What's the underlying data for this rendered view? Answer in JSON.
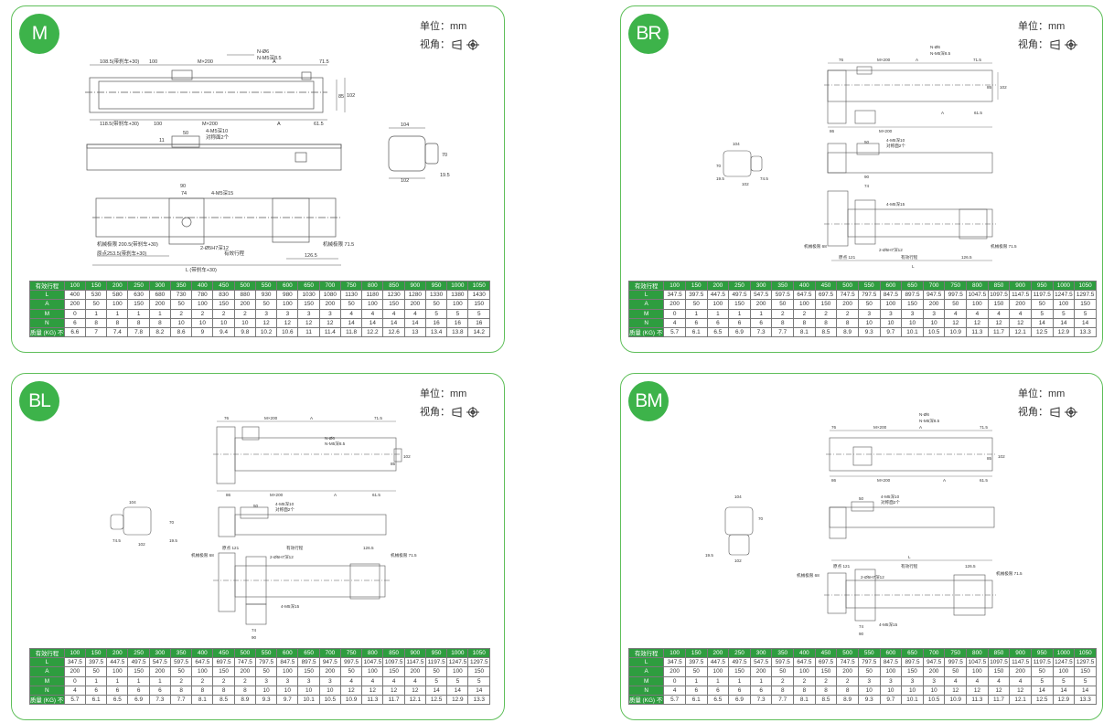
{
  "panels": [
    {
      "id": "M",
      "badge": "M",
      "unit_label": "单位：mm",
      "view_label": "视角：",
      "annotations": {
        "a1": "108.5(带刹车+30)",
        "a2": "100",
        "a3": "M×200",
        "a4": "A",
        "a5": "71.5",
        "a6": "N-Ø6",
        "a7": "N-M5深8.5",
        "a8": "118.5(带刹车+30)",
        "a9": "100",
        "a10": "M×200",
        "a11": "A",
        "a12": "61.5",
        "a13": "102",
        "a14": "85",
        "a15": "50",
        "a16": "11",
        "a17": "4-M5深10",
        "a18": "对称面2个",
        "a19": "104",
        "a20": "70",
        "a21": "102",
        "a22": "19.5",
        "a23": "90",
        "a24": "74",
        "a25": "4-M5深15",
        "a26": "机械极限 200.5(带刹车+30)",
        "a27": "原点253.5(带刹车+30)",
        "a28": "有效行程",
        "a29": "126.5",
        "a30": "2-Ø5H7深12",
        "a31": "机械极限 71.5",
        "a32": "L (带刹车+30)"
      },
      "table": {
        "header": [
          "有效行程",
          "100",
          "150",
          "200",
          "250",
          "300",
          "350",
          "400",
          "450",
          "500",
          "550",
          "600",
          "650",
          "700",
          "750",
          "800",
          "850",
          "900",
          "950",
          "1000",
          "1050"
        ],
        "rows": [
          {
            "label": "L",
            "values": [
              "400",
              "530",
              "580",
              "630",
              "680",
              "730",
              "780",
              "830",
              "880",
              "930",
              "980",
              "1030",
              "1080",
              "1130",
              "1180",
              "1230",
              "1280",
              "1330",
              "1380",
              "1430"
            ]
          },
          {
            "label": "A",
            "values": [
              "200",
              "50",
              "100",
              "150",
              "200",
              "50",
              "100",
              "150",
              "200",
              "50",
              "100",
              "150",
              "200",
              "50",
              "100",
              "150",
              "200",
              "50",
              "100",
              "150"
            ]
          },
          {
            "label": "M",
            "values": [
              "0",
              "1",
              "1",
              "1",
              "1",
              "2",
              "2",
              "2",
              "2",
              "3",
              "3",
              "3",
              "3",
              "4",
              "4",
              "4",
              "4",
              "5",
              "5",
              "5"
            ]
          },
          {
            "label": "N",
            "values": [
              "6",
              "8",
              "8",
              "8",
              "8",
              "10",
              "10",
              "10",
              "10",
              "12",
              "12",
              "12",
              "12",
              "14",
              "14",
              "14",
              "14",
              "16",
              "16",
              "16"
            ]
          },
          {
            "label": "质量 (KG) 不含电机",
            "values": [
              "6.6",
              "7",
              "7.4",
              "7.8",
              "8.2",
              "8.6",
              "9",
              "9.4",
              "9.8",
              "10.2",
              "10.6",
              "11",
              "11.4",
              "11.8",
              "12.2",
              "12.6",
              "13",
              "13.4",
              "13.8",
              "14.2"
            ]
          }
        ]
      }
    },
    {
      "id": "BR",
      "badge": "BR",
      "unit_label": "单位：mm",
      "view_label": "视角：",
      "annotations": {
        "a1": "76",
        "a2": "M×200",
        "a3": "A",
        "a4": "71.5",
        "a5": "N-Ø6",
        "a6": "N-M5深8.5",
        "a7": "102",
        "a8": "85",
        "a9": "86",
        "a10": "M×200",
        "a11": "A",
        "a12": "61.5",
        "a13": "104",
        "a14": "70",
        "a15": "19.5",
        "a16": "102",
        "a17": "74.5",
        "a18": "50",
        "a19": "4-M5深10",
        "a20": "对称面2个",
        "a21": "90",
        "a22": "74",
        "a23": "4-M5深15",
        "a24": "机械极限 68",
        "a25": "2-Ø5H7深12",
        "a26": "机械极限 71.5",
        "a27": "原点 121",
        "a28": "有效行程",
        "a29": "126.5",
        "a30": "L"
      },
      "table": {
        "header": [
          "有效行程",
          "100",
          "150",
          "200",
          "250",
          "300",
          "350",
          "400",
          "450",
          "500",
          "550",
          "600",
          "650",
          "700",
          "750",
          "800",
          "850",
          "900",
          "950",
          "1000",
          "1050"
        ],
        "rows": [
          {
            "label": "L",
            "values": [
              "347.5",
              "397.5",
              "447.5",
              "497.5",
              "547.5",
              "597.5",
              "647.5",
              "697.5",
              "747.5",
              "797.5",
              "847.5",
              "897.5",
              "947.5",
              "997.5",
              "1047.5",
              "1097.5",
              "1147.5",
              "1197.5",
              "1247.5",
              "1297.5"
            ]
          },
          {
            "label": "A",
            "values": [
              "200",
              "50",
              "100",
              "150",
              "200",
              "50",
              "100",
              "150",
              "200",
              "50",
              "100",
              "150",
              "200",
              "50",
              "100",
              "150",
              "200",
              "50",
              "100",
              "150"
            ]
          },
          {
            "label": "M",
            "values": [
              "0",
              "1",
              "1",
              "1",
              "1",
              "2",
              "2",
              "2",
              "2",
              "3",
              "3",
              "3",
              "3",
              "4",
              "4",
              "4",
              "4",
              "5",
              "5",
              "5"
            ]
          },
          {
            "label": "N",
            "values": [
              "4",
              "6",
              "6",
              "6",
              "6",
              "8",
              "8",
              "8",
              "8",
              "10",
              "10",
              "10",
              "10",
              "12",
              "12",
              "12",
              "12",
              "14",
              "14",
              "14"
            ]
          },
          {
            "label": "质量 (KG) 不含电机",
            "values": [
              "5.7",
              "6.1",
              "6.5",
              "6.9",
              "7.3",
              "7.7",
              "8.1",
              "8.5",
              "8.9",
              "9.3",
              "9.7",
              "10.1",
              "10.5",
              "10.9",
              "11.3",
              "11.7",
              "12.1",
              "12.5",
              "12.9",
              "13.3"
            ]
          }
        ]
      }
    },
    {
      "id": "BL",
      "badge": "BL",
      "unit_label": "单位：mm",
      "view_label": "视角：",
      "annotations": {
        "a1": "76",
        "a2": "M×200",
        "a3": "A",
        "a4": "71.5",
        "a5": "N-Ø6",
        "a6": "N-M5深8.5",
        "a7": "102",
        "a8": "85",
        "a9": "86",
        "a10": "M×200",
        "a11": "A",
        "a12": "61.5",
        "a13": "104",
        "a14": "70",
        "a15": "74.5",
        "a16": "102",
        "a17": "19.5",
        "a18": "50",
        "a19": "4-M5深10",
        "a20": "对称面2个",
        "a21": "原点 121",
        "a22": "有效行程",
        "a23": "126.5",
        "a24": "机械极限 68",
        "a25": "2-Ø5H7深12",
        "a26": "机械极限 71.5",
        "a27": "4-M5深15",
        "a28": "74",
        "a29": "90"
      },
      "table": {
        "header": [
          "有效行程",
          "100",
          "150",
          "200",
          "250",
          "300",
          "350",
          "400",
          "450",
          "500",
          "550",
          "600",
          "650",
          "700",
          "750",
          "800",
          "850",
          "900",
          "950",
          "1000",
          "1050"
        ],
        "rows": [
          {
            "label": "L",
            "values": [
              "347.5",
              "397.5",
              "447.5",
              "497.5",
              "547.5",
              "597.5",
              "647.5",
              "697.5",
              "747.5",
              "797.5",
              "847.5",
              "897.5",
              "947.5",
              "997.5",
              "1047.5",
              "1097.5",
              "1147.5",
              "1197.5",
              "1247.5",
              "1297.5"
            ]
          },
          {
            "label": "A",
            "values": [
              "200",
              "50",
              "100",
              "150",
              "200",
              "50",
              "100",
              "150",
              "200",
              "50",
              "100",
              "150",
              "200",
              "50",
              "100",
              "150",
              "200",
              "50",
              "100",
              "150"
            ]
          },
          {
            "label": "M",
            "values": [
              "0",
              "1",
              "1",
              "1",
              "1",
              "2",
              "2",
              "2",
              "2",
              "3",
              "3",
              "3",
              "3",
              "4",
              "4",
              "4",
              "4",
              "5",
              "5",
              "5"
            ]
          },
          {
            "label": "N",
            "values": [
              "4",
              "6",
              "6",
              "6",
              "6",
              "8",
              "8",
              "8",
              "8",
              "10",
              "10",
              "10",
              "10",
              "12",
              "12",
              "12",
              "12",
              "14",
              "14",
              "14"
            ]
          },
          {
            "label": "质量 (KG) 不含电机",
            "values": [
              "5.7",
              "6.1",
              "6.5",
              "6.9",
              "7.3",
              "7.7",
              "8.1",
              "8.5",
              "8.9",
              "9.3",
              "9.7",
              "10.1",
              "10.5",
              "10.9",
              "11.3",
              "11.7",
              "12.1",
              "12.5",
              "12.9",
              "13.3"
            ]
          }
        ]
      }
    },
    {
      "id": "BM",
      "badge": "BM",
      "unit_label": "单位：mm",
      "view_label": "视角：",
      "annotations": {
        "a1": "76",
        "a2": "M×200",
        "a3": "A",
        "a4": "71.5",
        "a5": "N-Ø6",
        "a6": "N-M5深8.5",
        "a7": "102",
        "a8": "85",
        "a9": "86",
        "a10": "M×200",
        "a11": "A",
        "a12": "61.5",
        "a13": "104",
        "a14": "70",
        "a15": "19.5",
        "a16": "102",
        "a17": "50",
        "a18": "4-M5深10",
        "a19": "对称面2个",
        "a20": "L",
        "a21": "原点 121",
        "a22": "有效行程",
        "a23": "126.5",
        "a24": "机械极限 68",
        "a25": "2-Ø5H7深12",
        "a26": "机械极限 71.5",
        "a27": "74",
        "a28": "90",
        "a29": "4-M5深15"
      },
      "table": {
        "header": [
          "有效行程",
          "100",
          "150",
          "200",
          "250",
          "300",
          "350",
          "400",
          "450",
          "500",
          "550",
          "600",
          "650",
          "700",
          "750",
          "800",
          "850",
          "900",
          "950",
          "1000",
          "1050"
        ],
        "rows": [
          {
            "label": "L",
            "values": [
              "347.5",
              "397.5",
              "447.5",
              "497.5",
              "547.5",
              "597.5",
              "647.5",
              "697.5",
              "747.5",
              "797.5",
              "847.5",
              "897.5",
              "947.5",
              "997.5",
              "1047.5",
              "1097.5",
              "1147.5",
              "1197.5",
              "1247.5",
              "1297.5"
            ]
          },
          {
            "label": "A",
            "values": [
              "200",
              "50",
              "100",
              "150",
              "200",
              "50",
              "100",
              "150",
              "200",
              "50",
              "100",
              "150",
              "200",
              "50",
              "100",
              "150",
              "200",
              "50",
              "100",
              "150"
            ]
          },
          {
            "label": "M",
            "values": [
              "0",
              "1",
              "1",
              "1",
              "1",
              "2",
              "2",
              "2",
              "2",
              "3",
              "3",
              "3",
              "3",
              "4",
              "4",
              "4",
              "4",
              "5",
              "5",
              "5"
            ]
          },
          {
            "label": "N",
            "values": [
              "4",
              "6",
              "6",
              "6",
              "6",
              "8",
              "8",
              "8",
              "8",
              "10",
              "10",
              "10",
              "10",
              "12",
              "12",
              "12",
              "12",
              "14",
              "14",
              "14"
            ]
          },
          {
            "label": "质量 (KG) 不含电机",
            "values": [
              "5.7",
              "6.1",
              "6.5",
              "6.9",
              "7.3",
              "7.7",
              "8.1",
              "8.5",
              "8.9",
              "9.3",
              "9.7",
              "10.1",
              "10.5",
              "10.9",
              "11.3",
              "11.7",
              "12.1",
              "12.5",
              "12.9",
              "13.3"
            ]
          }
        ]
      }
    }
  ]
}
